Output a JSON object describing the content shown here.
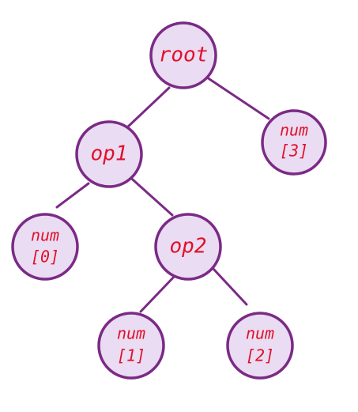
{
  "nodes": {
    "root": {
      "line1": "root"
    },
    "op1": {
      "line1": "op1"
    },
    "op2": {
      "line1": "op2"
    },
    "num0": {
      "line1": "num",
      "line2": "[0]"
    },
    "num1": {
      "line1": "num",
      "line2": "[1]"
    },
    "num2": {
      "line1": "num",
      "line2": "[2]"
    },
    "num3": {
      "line1": "num",
      "line2": "[3]"
    }
  },
  "edges": [
    [
      "root",
      "op1"
    ],
    [
      "root",
      "num3"
    ],
    [
      "op1",
      "num0"
    ],
    [
      "op1",
      "op2"
    ],
    [
      "op2",
      "num1"
    ],
    [
      "op2",
      "num2"
    ]
  ],
  "colors": {
    "node_fill": "#eadcf2",
    "node_stroke": "#7b2a86",
    "text": "#e0102a",
    "edge": "#7b2a86"
  }
}
